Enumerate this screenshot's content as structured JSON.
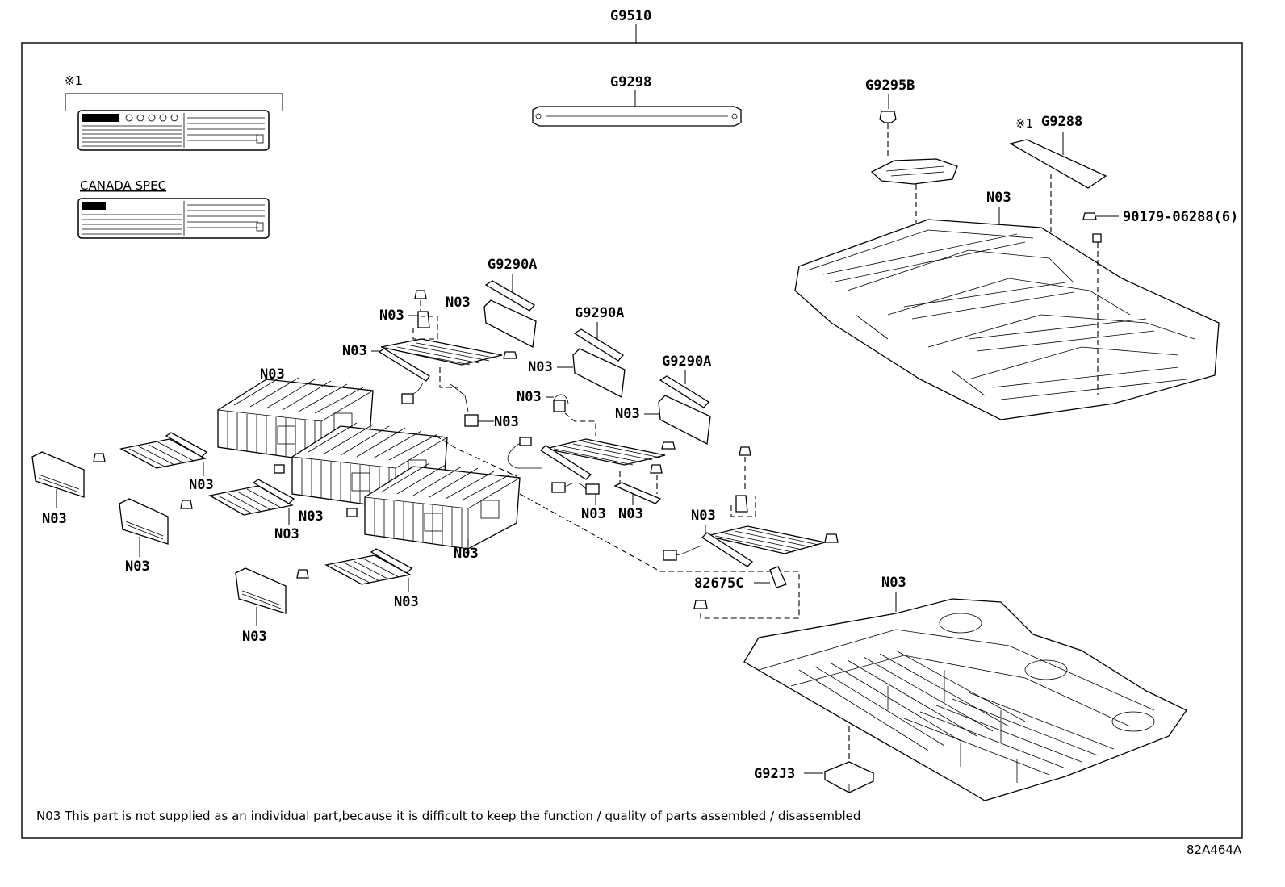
{
  "diagram": {
    "assembly_label": "G9510",
    "diagram_code": "82A464A",
    "footnote": "N03 This part is not supplied as an individual part,because it is difficult to keep the function / quality of parts assembled / disassembled",
    "labels_group": {
      "marker": "※1",
      "canada_spec": "CANADA SPEC"
    },
    "callouts": {
      "g9298": "G9298",
      "g9295b": "G9295B",
      "g9288_marker": "※1",
      "g9288": "G9288",
      "n03_upper_case": "N03",
      "bolt_90179": "90179-06288(6)",
      "g9290a_1": "G9290A",
      "g9290a_2": "G9290A",
      "g9290a_3": "G9290A",
      "n03_bracket_1": "N03",
      "n03_bar_1": "N03",
      "n03_busbar_1": "N03",
      "n03_module_1": "N03",
      "n03_wire_1": "N03",
      "n03_bar_2": "N03",
      "n03_wire_2": "N03",
      "n03_bar_3": "N03",
      "n03_busbar_a": "N03",
      "n03_end_plate_1": "N03",
      "n03_module_2": "N03",
      "n03_busbar_b": "N03",
      "n03_end_plate_2": "N03",
      "n03_module_3": "N03",
      "n03_busbar_c": "N03",
      "n03_end_plate_3": "N03",
      "n03_wire_3": "N03",
      "n03_wire_4": "N03",
      "n03_busbar_right": "N03",
      "part_82675c": "82675C",
      "n03_lower_tray": "N03",
      "g92j3": "G92J3"
    }
  }
}
